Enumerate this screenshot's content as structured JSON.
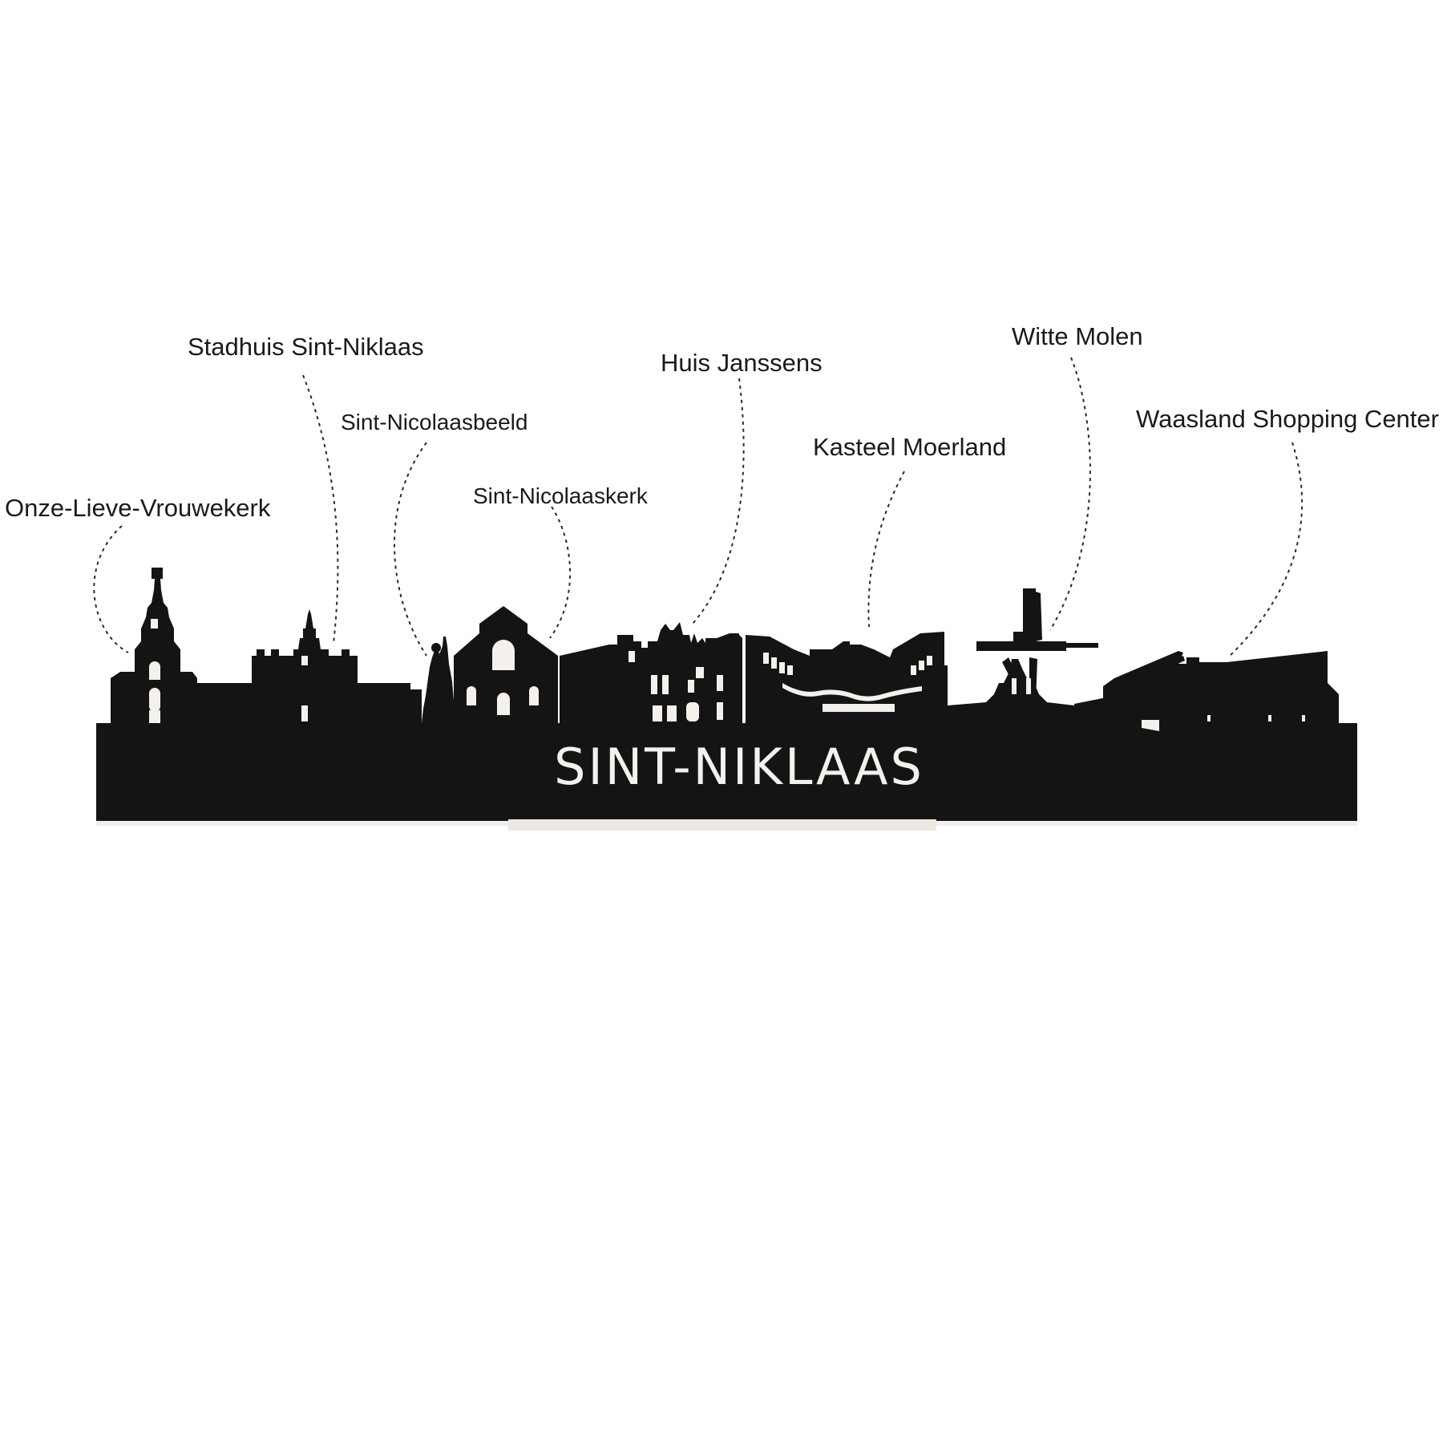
{
  "skyline": {
    "city_name": "SINT-NIKLAAS",
    "silhouette_color": "#141414",
    "cut_color": "#f4f1ed",
    "stand_color": "#ece8e2"
  },
  "landmarks": [
    {
      "label": "Onze-Lieve-Vrouwekerk"
    },
    {
      "label": "Stadhuis Sint-Niklaas"
    },
    {
      "label": "Sint-Nicolaasbeeld"
    },
    {
      "label": "Sint-Nicolaaskerk"
    },
    {
      "label": "Huis Janssens"
    },
    {
      "label": "Kasteel Moerland"
    },
    {
      "label": "Witte Molen"
    },
    {
      "label": "Waasland Shopping Center"
    }
  ]
}
